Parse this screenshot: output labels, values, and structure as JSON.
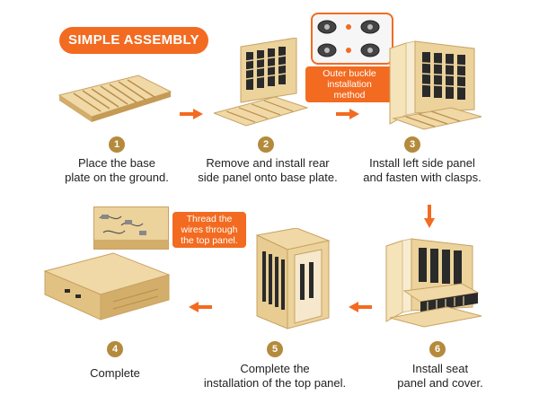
{
  "header": {
    "title": "SIMPLE ASSEMBLY"
  },
  "callouts": {
    "buckle": [
      "Outer buckle",
      "installation",
      "method"
    ],
    "wires": [
      "Thread the",
      "wires through",
      "the top panel."
    ]
  },
  "steps": [
    {
      "number": "1",
      "lines": [
        "Place the base",
        "plate on the ground."
      ]
    },
    {
      "number": "2",
      "lines": [
        "Remove and install rear",
        "side panel onto base plate."
      ]
    },
    {
      "number": "3",
      "lines": [
        "Install left side panel",
        "and fasten with clasps."
      ]
    },
    {
      "number": "4",
      "lines": [
        "Complete"
      ]
    },
    {
      "number": "5",
      "lines": [
        "Complete the",
        "installation of the top panel."
      ]
    },
    {
      "number": "6",
      "lines": [
        "Install seat",
        "panel and cover."
      ]
    }
  ],
  "colors": {
    "accent": "#f26b21",
    "step_badge": "#b48a3c",
    "wood_light": "#f0d9a6",
    "wood_mid": "#dcb874",
    "wood_dark": "#b98d4a",
    "heater": "#2a2a2a"
  },
  "icons": {
    "flow_arrow": "arrow-icon"
  }
}
